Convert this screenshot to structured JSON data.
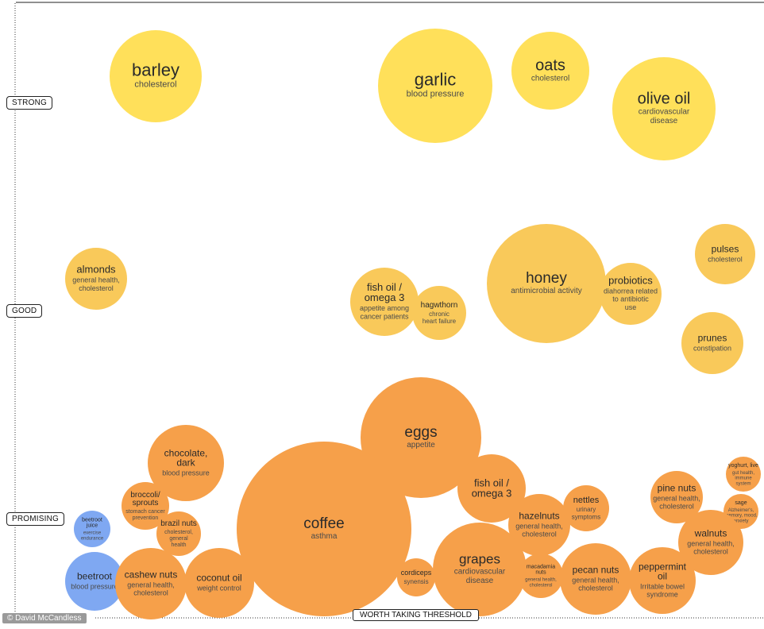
{
  "levels": {
    "strong": "STRONG",
    "good": "GOOD",
    "promising": "PROMISING"
  },
  "threshold_label": "WORTH TAKING THRESHOLD",
  "credit": "© David McCandless",
  "colors": {
    "strong": "#FFE05A",
    "good": "#F9C95A",
    "promising": "#F6A04A",
    "blue": "#7FA8F2",
    "axis": "#222222"
  },
  "chart_data": {
    "type": "bubble",
    "y_categories": [
      "PROMISING",
      "GOOD",
      "STRONG"
    ],
    "bubbles": [
      {
        "name": "barley",
        "sub": "cholesterol",
        "level": "strong",
        "color": "#FFE05A"
      },
      {
        "name": "garlic",
        "sub": "blood pressure",
        "level": "strong",
        "color": "#FFE05A"
      },
      {
        "name": "oats",
        "sub": "cholesterol",
        "level": "strong",
        "color": "#FFE05A"
      },
      {
        "name": "olive oil",
        "sub": "cardiovascular disease",
        "level": "strong",
        "color": "#FFE05A"
      },
      {
        "name": "almonds",
        "sub": "general health, cholesterol",
        "level": "good",
        "color": "#F9C95A"
      },
      {
        "name": "fish oil / omega 3",
        "sub": "appetite among cancer patients",
        "level": "good",
        "color": "#F9C95A"
      },
      {
        "name": "hagwthorn",
        "sub": "chronic heart failure",
        "level": "good",
        "color": "#F9C95A"
      },
      {
        "name": "honey",
        "sub": "antimicrobial activity",
        "level": "good",
        "color": "#F9C95A"
      },
      {
        "name": "probiotics",
        "sub": "diahorrea related to antibiotic use",
        "level": "good",
        "color": "#F9C95A"
      },
      {
        "name": "pulses",
        "sub": "cholesterol",
        "level": "good",
        "color": "#F9C95A"
      },
      {
        "name": "prunes",
        "sub": "constipation",
        "level": "good",
        "color": "#F9C95A"
      },
      {
        "name": "eggs",
        "sub": "appetite",
        "level": "promising",
        "color": "#F6A04A"
      },
      {
        "name": "chocolate, dark",
        "sub": "blood pressure",
        "level": "promising",
        "color": "#F6A04A"
      },
      {
        "name": "coffee",
        "sub": "asthma",
        "level": "promising",
        "color": "#F6A04A"
      },
      {
        "name": "fish oil / omega 3",
        "sub": "",
        "level": "promising",
        "color": "#F6A04A"
      },
      {
        "name": "broccoli/ sprouts",
        "sub": "stomach cancer prevention",
        "level": "promising",
        "color": "#F6A04A"
      },
      {
        "name": "brazil nuts",
        "sub": "cholesterol, general health",
        "level": "promising",
        "color": "#F6A04A"
      },
      {
        "name": "hazelnuts",
        "sub": "general health, cholesterol",
        "level": "promising",
        "color": "#F6A04A"
      },
      {
        "name": "nettles",
        "sub": "urinary symptoms",
        "level": "promising",
        "color": "#F6A04A"
      },
      {
        "name": "pine nuts",
        "sub": "general health, cholesterol",
        "level": "promising",
        "color": "#F6A04A"
      },
      {
        "name": "yoghurt, live",
        "sub": "gut health, immune system",
        "level": "promising",
        "color": "#F6A04A"
      },
      {
        "name": "sage",
        "sub": "Alzheimer's, memory, mood, anxiety",
        "level": "promising",
        "color": "#F6A04A"
      },
      {
        "name": "walnuts",
        "sub": "general health, cholesterol",
        "level": "promising",
        "color": "#F6A04A"
      },
      {
        "name": "beetroot juice",
        "sub": "exercise endurance",
        "level": "promising",
        "color": "#7FA8F2"
      },
      {
        "name": "beetroot",
        "sub": "blood pressure",
        "level": "promising",
        "color": "#7FA8F2"
      },
      {
        "name": "cashew nuts",
        "sub": "general health, cholesterol",
        "level": "promising",
        "color": "#F6A04A"
      },
      {
        "name": "coconut oil",
        "sub": "weight control",
        "level": "promising",
        "color": "#F6A04A"
      },
      {
        "name": "grapes",
        "sub": "cardiovascular disease",
        "level": "promising",
        "color": "#F6A04A"
      },
      {
        "name": "cordiceps",
        "sub": "synensis",
        "level": "promising",
        "color": "#F6A04A"
      },
      {
        "name": "macadamia nuts",
        "sub": "general health, cholesterol",
        "level": "promising",
        "color": "#F6A04A"
      },
      {
        "name": "pecan nuts",
        "sub": "general health, cholesterol",
        "level": "promising",
        "color": "#F6A04A"
      },
      {
        "name": "peppermint oil",
        "sub": "Irritable bowel syndrome",
        "level": "promising",
        "color": "#F6A04A"
      }
    ]
  }
}
